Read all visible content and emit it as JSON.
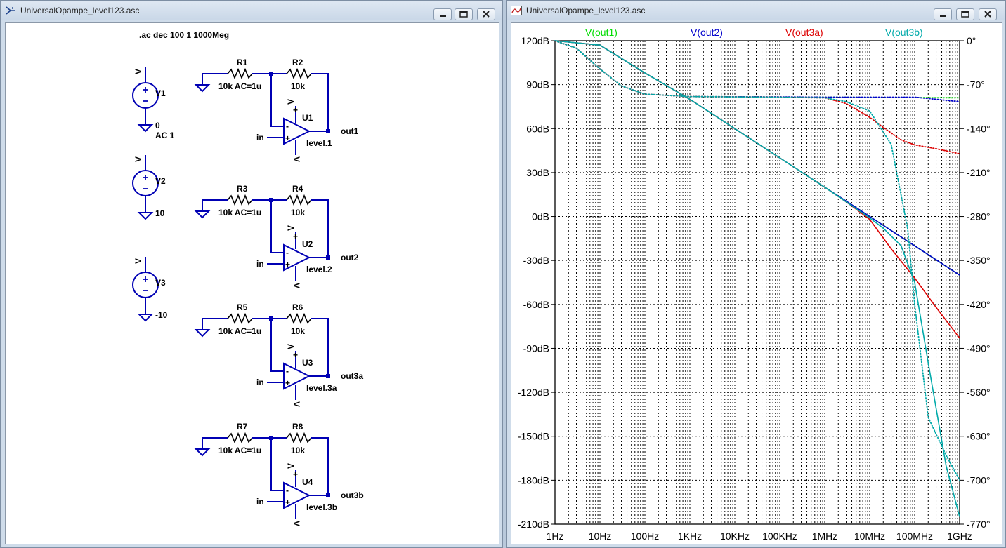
{
  "schematic_window": {
    "title": "UniversalOpampe_level123.asc",
    "directive": ".ac dec 100 1 1000Meg",
    "sources": [
      {
        "name": "V1",
        "value": "0",
        "ac": "AC 1"
      },
      {
        "name": "V2",
        "value": "10"
      },
      {
        "name": "V3",
        "value": "-10"
      }
    ],
    "stages": [
      {
        "r_in": "R1",
        "r_in_value": "10k AC=1u",
        "r_fb": "R2",
        "r_fb_value": "10k",
        "opamp": "U1",
        "model": "level.1",
        "output": "out1",
        "input": "in"
      },
      {
        "r_in": "R3",
        "r_in_value": "10k AC=1u",
        "r_fb": "R4",
        "r_fb_value": "10k",
        "opamp": "U2",
        "model": "level.2",
        "output": "out2",
        "input": "in"
      },
      {
        "r_in": "R5",
        "r_in_value": "10k AC=1u",
        "r_fb": "R6",
        "r_fb_value": "10k",
        "opamp": "U3",
        "model": "level.3a",
        "output": "out3a",
        "input": "in"
      },
      {
        "r_in": "R7",
        "r_in_value": "10k AC=1u",
        "r_fb": "R8",
        "r_fb_value": "10k",
        "opamp": "U4",
        "model": "level.3b",
        "output": "out3b",
        "input": "in"
      }
    ]
  },
  "plot_window": {
    "title": "UniversalOpampe_level123.asc"
  },
  "chart_data": {
    "type": "line",
    "title": "",
    "x_scale": "log",
    "xlim": [
      1,
      1000000000
    ],
    "x_ticks": [
      "1Hz",
      "10Hz",
      "100Hz",
      "1KHz",
      "10KHz",
      "100KHz",
      "1MHz",
      "10MHz",
      "100MHz",
      "1GHz"
    ],
    "y_left_ticks": [
      "120dB",
      "90dB",
      "60dB",
      "30dB",
      "0dB",
      "-30dB",
      "-60dB",
      "-90dB",
      "-120dB",
      "-150dB",
      "-180dB",
      "-210dB"
    ],
    "y_left_lim": [
      -210,
      120
    ],
    "y_right_ticks": [
      "0°",
      "-70°",
      "-140°",
      "-210°",
      "-280°",
      "-350°",
      "-420°",
      "-490°",
      "-560°",
      "-630°",
      "-700°",
      "-770°"
    ],
    "y_right_lim": [
      -770,
      0
    ],
    "grid": true,
    "legend_position": "top",
    "series": [
      {
        "name": "V(out1)",
        "color": "#00dd00",
        "magnitude_db": [
          [
            1,
            120
          ],
          [
            10,
            117
          ],
          [
            100,
            98
          ],
          [
            1000,
            80
          ],
          [
            10000,
            60
          ],
          [
            100000,
            40
          ],
          [
            1000000,
            20
          ],
          [
            10000000,
            0
          ],
          [
            100000000,
            -20
          ],
          [
            1000000000,
            -40
          ]
        ],
        "phase_deg": [
          [
            1,
            0
          ],
          [
            3,
            -12
          ],
          [
            10,
            -45
          ],
          [
            30,
            -72
          ],
          [
            100,
            -85
          ],
          [
            1000,
            -89
          ],
          [
            1000000,
            -90
          ],
          [
            1000000000,
            -91
          ]
        ]
      },
      {
        "name": "V(out2)",
        "color": "#0000cc",
        "magnitude_db": [
          [
            1,
            120
          ],
          [
            10,
            117
          ],
          [
            100,
            98
          ],
          [
            1000,
            80
          ],
          [
            10000,
            60
          ],
          [
            100000,
            40
          ],
          [
            1000000,
            20
          ],
          [
            3000000,
            10.5
          ],
          [
            10000000,
            0
          ],
          [
            100000000,
            -20
          ],
          [
            1000000000,
            -40
          ]
        ],
        "phase_deg": [
          [
            1,
            0
          ],
          [
            3,
            -12
          ],
          [
            10,
            -45
          ],
          [
            30,
            -72
          ],
          [
            100,
            -85
          ],
          [
            1000,
            -89
          ],
          [
            1000000,
            -90
          ],
          [
            100000000,
            -90
          ],
          [
            1000000000,
            -97
          ]
        ]
      },
      {
        "name": "V(out3a)",
        "color": "#dd0000",
        "magnitude_db": [
          [
            1,
            120
          ],
          [
            10,
            117
          ],
          [
            100,
            98
          ],
          [
            1000,
            80
          ],
          [
            10000,
            60
          ],
          [
            100000,
            40
          ],
          [
            1000000,
            20
          ],
          [
            3000000,
            10
          ],
          [
            5000000,
            5
          ],
          [
            10000000,
            -2
          ],
          [
            30000000,
            -22
          ],
          [
            100000000,
            -42
          ],
          [
            300000000,
            -62
          ],
          [
            1000000000,
            -83
          ]
        ],
        "phase_deg": [
          [
            1,
            0
          ],
          [
            3,
            -12
          ],
          [
            10,
            -45
          ],
          [
            30,
            -72
          ],
          [
            100,
            -85
          ],
          [
            1000,
            -89
          ],
          [
            1000000,
            -91
          ],
          [
            3000000,
            -100
          ],
          [
            10000000,
            -122
          ],
          [
            20000000,
            -138
          ],
          [
            50000000,
            -158
          ],
          [
            100000000,
            -166
          ],
          [
            300000000,
            -172
          ],
          [
            1000000000,
            -180
          ]
        ]
      },
      {
        "name": "V(out3b)",
        "color": "#00aaaa",
        "magnitude_db": [
          [
            1,
            120
          ],
          [
            10,
            117
          ],
          [
            100,
            98
          ],
          [
            1000,
            80
          ],
          [
            10000,
            60
          ],
          [
            100000,
            40
          ],
          [
            1000000,
            20
          ],
          [
            10000000,
            -1
          ],
          [
            20000000,
            -8
          ],
          [
            50000000,
            -20
          ],
          [
            100000000,
            -45
          ],
          [
            200000000,
            -100
          ],
          [
            500000000,
            -170
          ],
          [
            1000000000,
            -205
          ]
        ],
        "phase_deg": [
          [
            1,
            0
          ],
          [
            3,
            -12
          ],
          [
            10,
            -45
          ],
          [
            30,
            -72
          ],
          [
            100,
            -85
          ],
          [
            1000,
            -89
          ],
          [
            1000000,
            -91
          ],
          [
            3000000,
            -97
          ],
          [
            10000000,
            -112
          ],
          [
            30000000,
            -165
          ],
          [
            70000000,
            -300
          ],
          [
            100000000,
            -420
          ],
          [
            200000000,
            -600
          ],
          [
            500000000,
            -660
          ],
          [
            1000000000,
            -700
          ]
        ]
      }
    ]
  }
}
